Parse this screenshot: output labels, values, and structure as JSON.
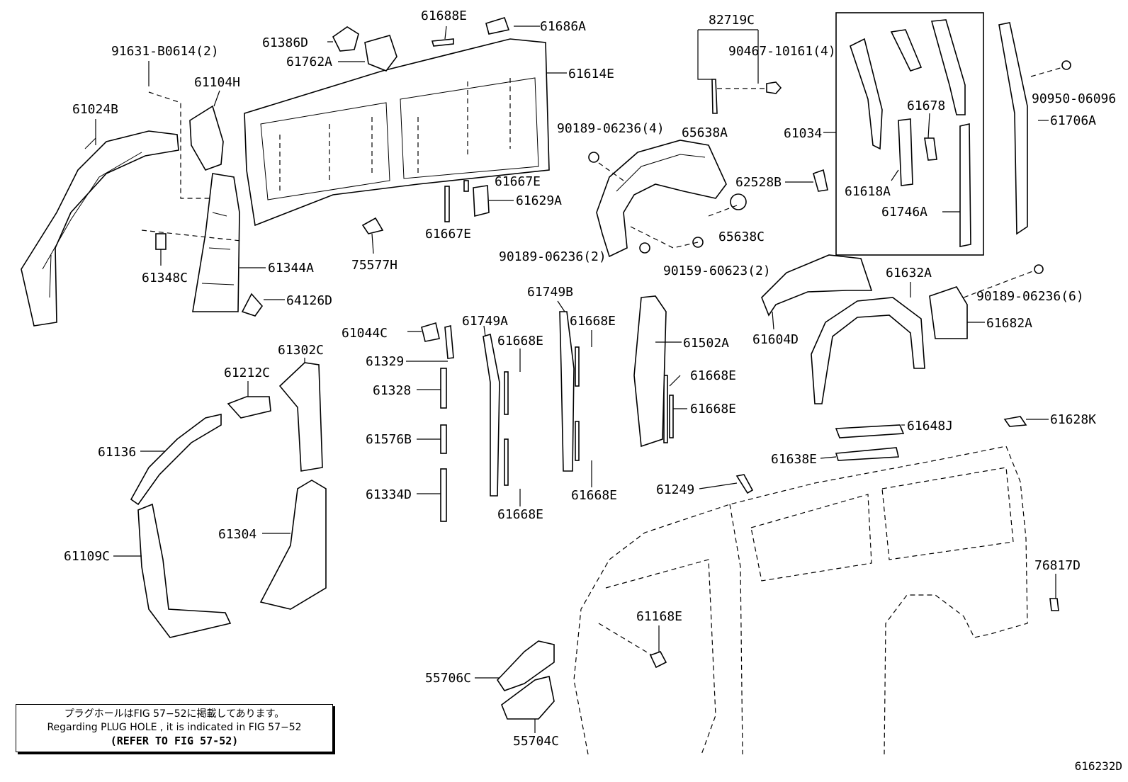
{
  "diagram": {
    "figure_id": "616232D",
    "note": {
      "line_jp": "プラグホールはFIG 57−52に掲載してあります。",
      "line_en": "Regarding PLUG HOLE , it is indicated in FIG 57−52",
      "line_ref": "(REFER TO FIG 57-52)"
    },
    "labels": [
      {
        "id": "p61688E",
        "text": "61688E"
      },
      {
        "id": "p61686A",
        "text": "61686A"
      },
      {
        "id": "p61386D",
        "text": "61386D"
      },
      {
        "id": "p61762A",
        "text": "61762A"
      },
      {
        "id": "p61614E",
        "text": "61614E"
      },
      {
        "id": "p82719C",
        "text": "82719C"
      },
      {
        "id": "p90467",
        "text": "90467-10161(4)"
      },
      {
        "id": "p91631",
        "text": "91631-B0614(2)"
      },
      {
        "id": "p61104H",
        "text": "61104H"
      },
      {
        "id": "p61024B",
        "text": "61024B"
      },
      {
        "id": "p90189a",
        "text": "90189-06236(4)"
      },
      {
        "id": "p65638A",
        "text": "65638A"
      },
      {
        "id": "p61034",
        "text": "61034"
      },
      {
        "id": "p61678",
        "text": "61678"
      },
      {
        "id": "p90950",
        "text": "90950-06096"
      },
      {
        "id": "p61706A",
        "text": "61706A"
      },
      {
        "id": "p61667Ea",
        "text": "61667E"
      },
      {
        "id": "p61629A",
        "text": "61629A"
      },
      {
        "id": "p62528B",
        "text": "62528B"
      },
      {
        "id": "p61618A",
        "text": "61618A"
      },
      {
        "id": "p61746A",
        "text": "61746A"
      },
      {
        "id": "p61344A",
        "text": "61344A"
      },
      {
        "id": "p61667Eb",
        "text": "61667E"
      },
      {
        "id": "p65638C",
        "text": "65638C"
      },
      {
        "id": "p90189b",
        "text": "90189-06236(2)"
      },
      {
        "id": "p61348C",
        "text": "61348C"
      },
      {
        "id": "p75577H",
        "text": "75577H"
      },
      {
        "id": "p90159",
        "text": "90159-60623(2)"
      },
      {
        "id": "p61632A",
        "text": "61632A"
      },
      {
        "id": "p90189c",
        "text": "90189-06236(6)"
      },
      {
        "id": "p64126D",
        "text": "64126D"
      },
      {
        "id": "p61749B",
        "text": "61749B"
      },
      {
        "id": "p61749A",
        "text": "61749A"
      },
      {
        "id": "p61668Ea",
        "text": "61668E"
      },
      {
        "id": "p61044C",
        "text": "61044C"
      },
      {
        "id": "p61668Eb",
        "text": "61668E"
      },
      {
        "id": "p61502A",
        "text": "61502A"
      },
      {
        "id": "p61682A",
        "text": "61682A"
      },
      {
        "id": "p61604D",
        "text": "61604D"
      },
      {
        "id": "p61302C",
        "text": "61302C"
      },
      {
        "id": "p61329",
        "text": "61329"
      },
      {
        "id": "p61212C",
        "text": "61212C"
      },
      {
        "id": "p61668Ec",
        "text": "61668E"
      },
      {
        "id": "p61328",
        "text": "61328"
      },
      {
        "id": "p61668Ed",
        "text": "61668E"
      },
      {
        "id": "p61576B",
        "text": "61576B"
      },
      {
        "id": "p61648J",
        "text": "61648J"
      },
      {
        "id": "p61628K",
        "text": "61628K"
      },
      {
        "id": "p61136",
        "text": "61136"
      },
      {
        "id": "p61638E",
        "text": "61638E"
      },
      {
        "id": "p61249",
        "text": "61249"
      },
      {
        "id": "p61334D",
        "text": "61334D"
      },
      {
        "id": "p61668Ee",
        "text": "61668E"
      },
      {
        "id": "p61668Ef",
        "text": "61668E"
      },
      {
        "id": "p61304",
        "text": "61304"
      },
      {
        "id": "p61109C",
        "text": "61109C"
      },
      {
        "id": "p76817D",
        "text": "76817D"
      },
      {
        "id": "p61168E",
        "text": "61168E"
      },
      {
        "id": "p55706C",
        "text": "55706C"
      },
      {
        "id": "p55704C",
        "text": "55704C"
      }
    ]
  }
}
